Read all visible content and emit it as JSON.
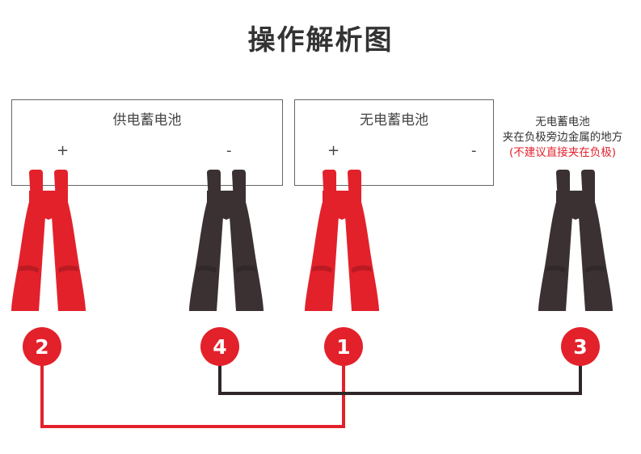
{
  "title": "操作解析图",
  "batteries": [
    {
      "label": "供电蓄电池",
      "positive": "+",
      "negative": "-"
    },
    {
      "label": "无电蓄电池",
      "positive": "+",
      "negative": "-"
    }
  ],
  "ground_note": {
    "line1": "无电蓄电池",
    "line2": "夹在负极旁边金属的地方",
    "warning": "(不建议直接夹在负极)"
  },
  "steps": [
    "2",
    "4",
    "1",
    "3"
  ],
  "colors": {
    "red": "#e3212b",
    "black": "#3b3133",
    "wire_black": "#2e2627",
    "border": "#666666"
  },
  "icons": [
    "red-clamp-icon",
    "black-clamp-icon"
  ]
}
